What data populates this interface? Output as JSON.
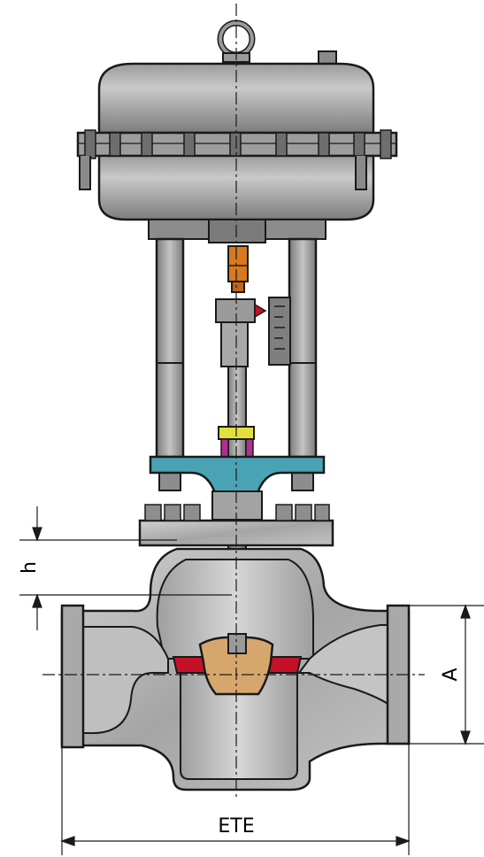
{
  "drawing": {
    "labels": {
      "stroke_height": "h",
      "connection_height": "A",
      "end_to_end": "ETE"
    }
  },
  "colors": {
    "body_gray": "#b4b4b4",
    "body_dark": "#8a8a8a",
    "actuator_gray": "#a9a9a9",
    "yoke_teal": "#4aa3b4",
    "coupling_orange": "#d9781f",
    "seat_red": "#c4112a",
    "plug_tan": "#d6a76c",
    "packing_yellow": "#e2e03a",
    "packing_magenta": "#b0308f",
    "line": "#1a1a1a"
  }
}
